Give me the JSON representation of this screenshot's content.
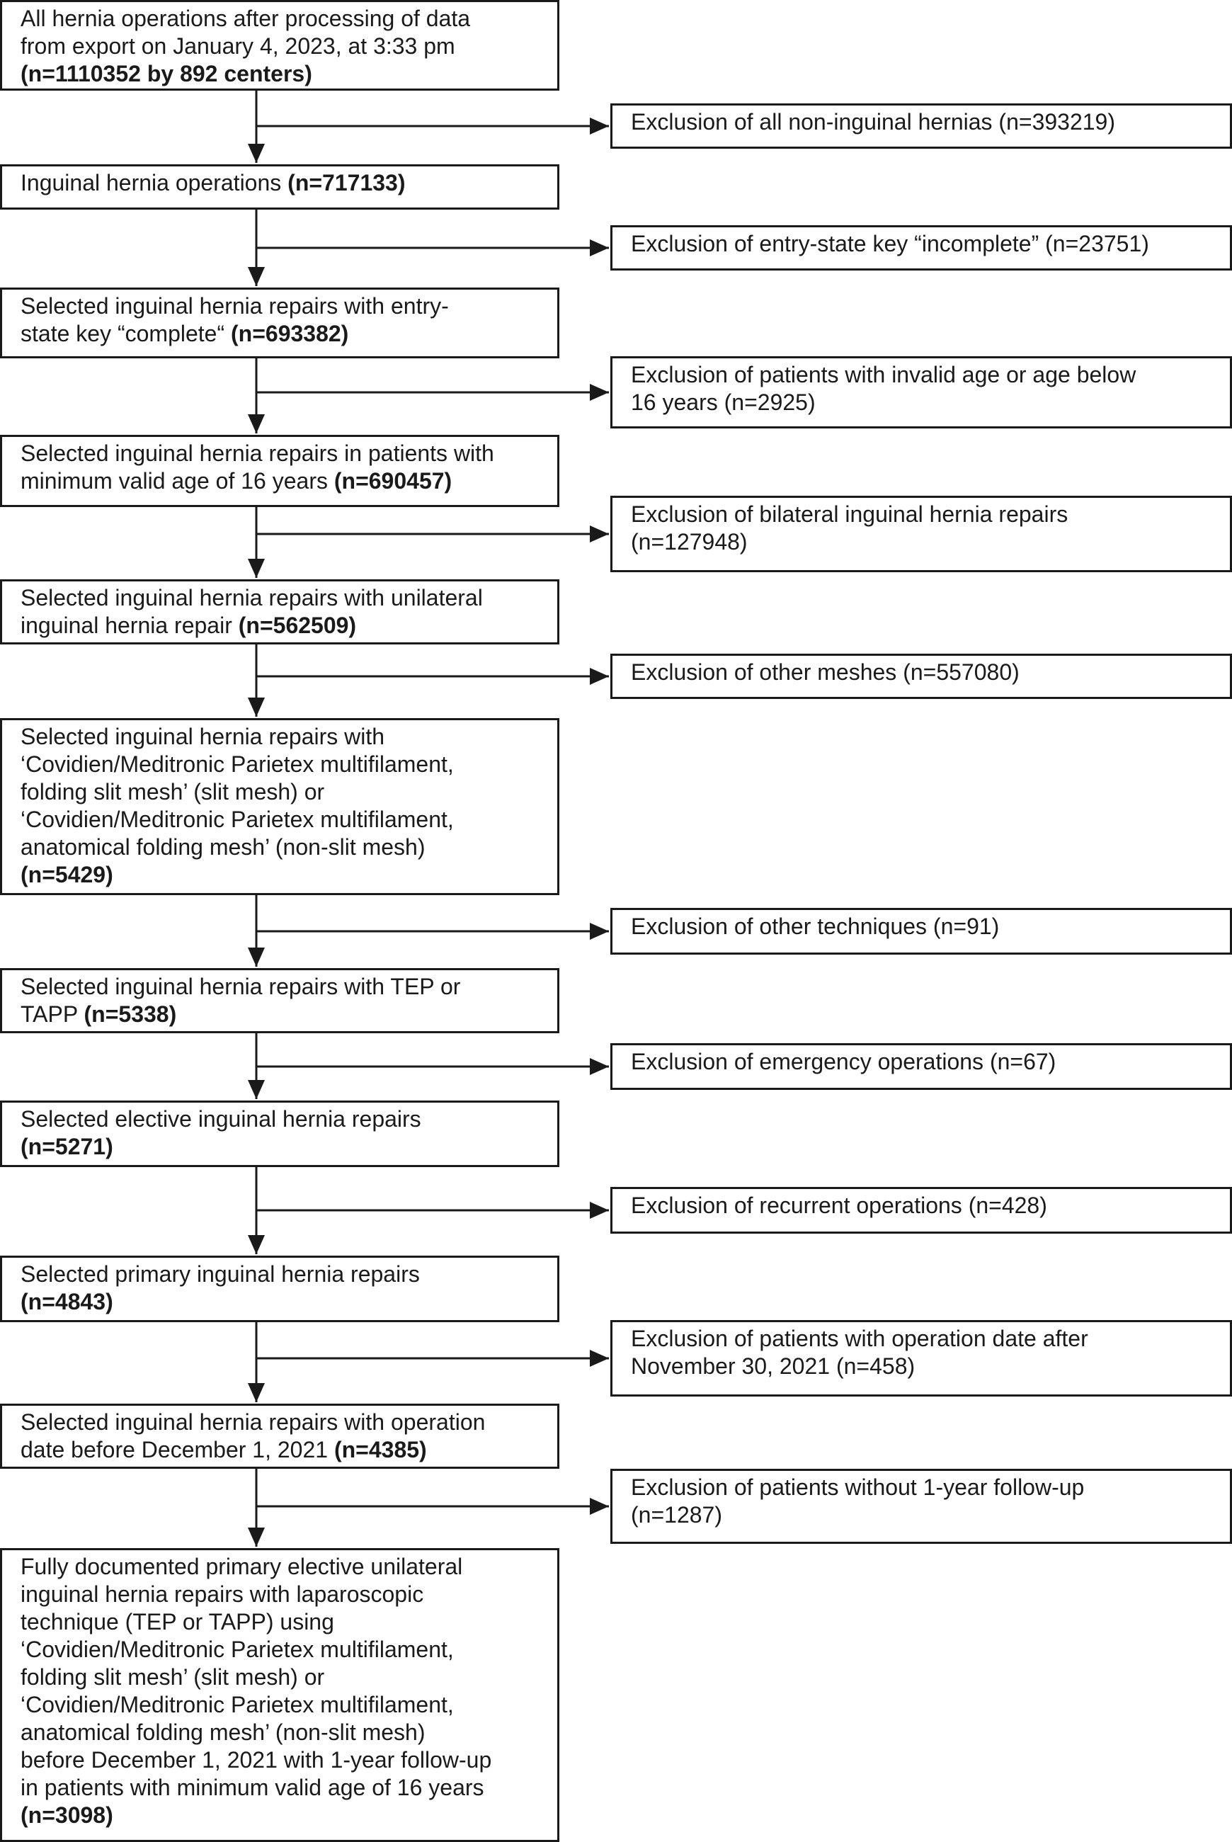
{
  "flowchart": {
    "main_steps": [
      {
        "lines": [
          "All hernia operations after processing of data",
          "from export on January 4, 2023, at 3:33 pm"
        ],
        "count": "(n=1110352 by 892 centers)"
      },
      {
        "lines": [
          "Inguinal hernia operations "
        ],
        "count": "(n=717133)",
        "inline": true
      },
      {
        "lines": [
          "Selected inguinal hernia repairs with entry-",
          "state key “complete“ "
        ],
        "count": "(n=693382)",
        "inline": true
      },
      {
        "lines": [
          "Selected inguinal hernia repairs in patients with",
          "minimum valid age of 16 years "
        ],
        "count": "(n=690457)",
        "inline": true
      },
      {
        "lines": [
          "Selected inguinal hernia repairs with unilateral",
          "inguinal hernia repair "
        ],
        "count": "(n=562509)",
        "inline": true
      },
      {
        "lines": [
          "Selected inguinal hernia repairs with",
          "‘Covidien/Meditronic Parietex multifilament,",
          "folding slit mesh’ (slit mesh) or",
          "‘Covidien/Meditronic Parietex multifilament,",
          "anatomical folding mesh’ (non-slit mesh)"
        ],
        "count": "(n=5429)"
      },
      {
        "lines": [
          "Selected inguinal hernia repairs with TEP or",
          "TAPP "
        ],
        "count": "(n=5338)",
        "inline": true
      },
      {
        "lines": [
          "Selected elective inguinal hernia repairs"
        ],
        "count": "(n=5271)"
      },
      {
        "lines": [
          "Selected primary inguinal hernia repairs"
        ],
        "count": "(n=4843)"
      },
      {
        "lines": [
          "Selected inguinal hernia repairs with operation",
          "date before December 1, 2021 "
        ],
        "count": "(n=4385)",
        "inline": true
      },
      {
        "lines": [
          "Fully documented primary elective unilateral",
          "inguinal hernia repairs with laparoscopic",
          "technique (TEP or TAPP) using",
          "‘Covidien/Meditronic Parietex multifilament,",
          "folding slit mesh’ (slit mesh) or",
          "‘Covidien/Meditronic Parietex multifilament,",
          "anatomical folding mesh’ (non-slit mesh)",
          "before December 1, 2021 with 1-year follow-up",
          "in patients with minimum valid age of 16 years"
        ],
        "count": "(n=3098)"
      }
    ],
    "exclusions": [
      {
        "lines": [
          "Exclusion of all non-inguinal hernias (n=393219)"
        ]
      },
      {
        "lines": [
          "Exclusion of entry-state key “incomplete” (n=23751)"
        ]
      },
      {
        "lines": [
          "Exclusion of patients with invalid age or age below",
          "16 years (n=2925)"
        ]
      },
      {
        "lines": [
          "Exclusion of bilateral inguinal hernia repairs",
          "(n=127948)"
        ]
      },
      {
        "lines": [
          "Exclusion of other meshes (n=557080)"
        ]
      },
      {
        "lines": [
          "Exclusion of other techniques (n=91)"
        ]
      },
      {
        "lines": [
          "Exclusion of emergency operations (n=67)"
        ]
      },
      {
        "lines": [
          "Exclusion of recurrent operations (n=428)"
        ]
      },
      {
        "lines": [
          "Exclusion of patients with operation date after",
          "November 30, 2021 (n=458)"
        ]
      },
      {
        "lines": [
          "Exclusion of patients without 1-year follow-up",
          "(n=1287)"
        ]
      }
    ]
  }
}
